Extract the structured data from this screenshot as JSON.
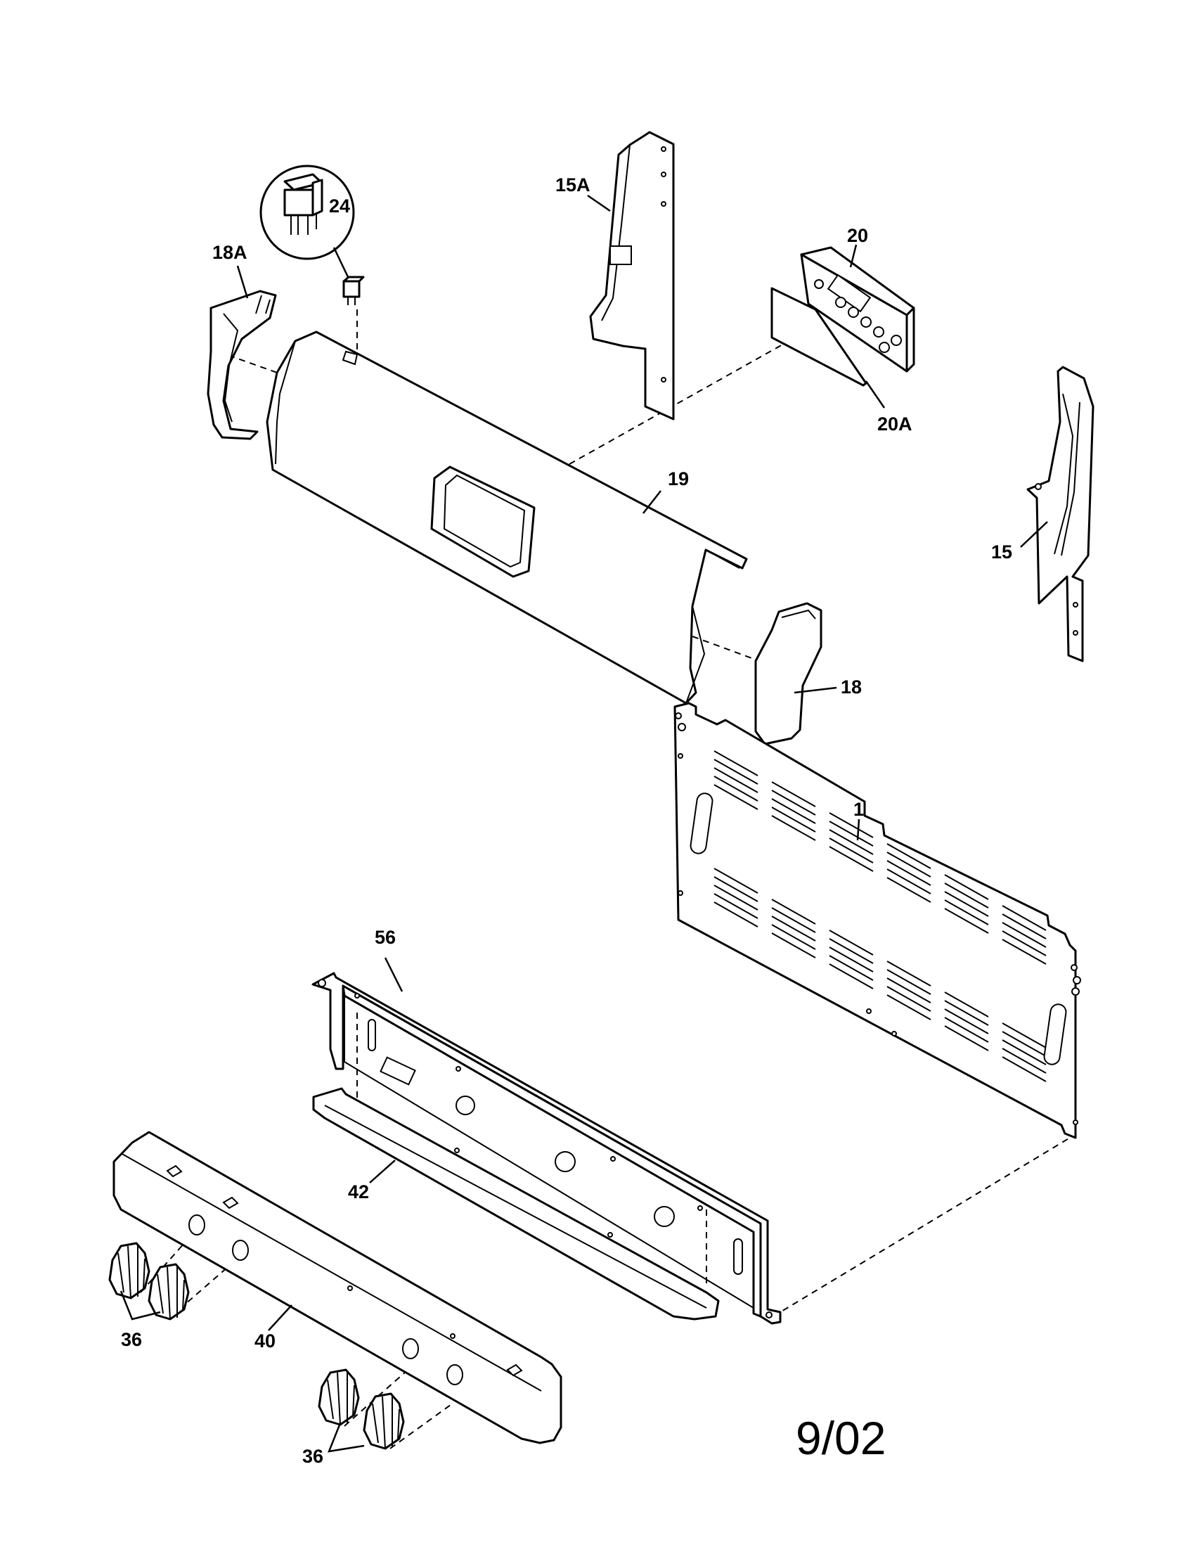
{
  "callouts": {
    "p24": "24",
    "p18A": "18A",
    "p15A": "15A",
    "p20": "20",
    "p20A": "20A",
    "p19": "19",
    "p15": "15",
    "p18": "18",
    "p1": "1",
    "p56": "56",
    "p42": "42",
    "p40": "40",
    "p36a": "36",
    "p36b": "36"
  },
  "date_stamp": "9/02"
}
